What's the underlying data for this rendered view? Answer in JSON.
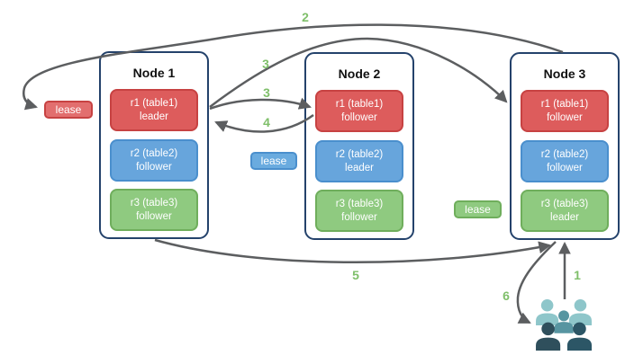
{
  "diagram": {
    "nodes": [
      {
        "title": "Node 1",
        "replicas": [
          {
            "label": "r1 (table1)",
            "role": "leader",
            "color": "red"
          },
          {
            "label": "r2 (table2)",
            "role": "follower",
            "color": "blue"
          },
          {
            "label": "r3 (table3)",
            "role": "follower",
            "color": "green"
          }
        ]
      },
      {
        "title": "Node 2",
        "replicas": [
          {
            "label": "r1 (table1)",
            "role": "follower",
            "color": "red"
          },
          {
            "label": "r2 (table2)",
            "role": "leader",
            "color": "blue"
          },
          {
            "label": "r3 (table3)",
            "role": "follower",
            "color": "green"
          }
        ]
      },
      {
        "title": "Node 3",
        "replicas": [
          {
            "label": "r1 (table1)",
            "role": "follower",
            "color": "red"
          },
          {
            "label": "r2 (table2)",
            "role": "follower",
            "color": "blue"
          },
          {
            "label": "r3 (table3)",
            "role": "leader",
            "color": "green"
          }
        ]
      }
    ],
    "leases": [
      {
        "label": "lease",
        "color": "red"
      },
      {
        "label": "lease",
        "color": "blue"
      },
      {
        "label": "lease",
        "color": "green"
      }
    ],
    "steps": [
      {
        "text": "1"
      },
      {
        "text": "2"
      },
      {
        "text": "3"
      },
      {
        "text": "3"
      },
      {
        "text": "4"
      },
      {
        "text": "5"
      },
      {
        "text": "6"
      }
    ],
    "colors": {
      "node_border": "#24426b",
      "replica_red": "#dd5c5c",
      "replica_blue": "#67a5dc",
      "replica_green": "#8fca80",
      "arrow_gray": "#5c5e60",
      "step_green": "#7fbf6a",
      "users_light_teal": "#8ec6ca",
      "users_mid_teal": "#5795a1",
      "users_dark_slate": "#2f4f5c"
    }
  }
}
